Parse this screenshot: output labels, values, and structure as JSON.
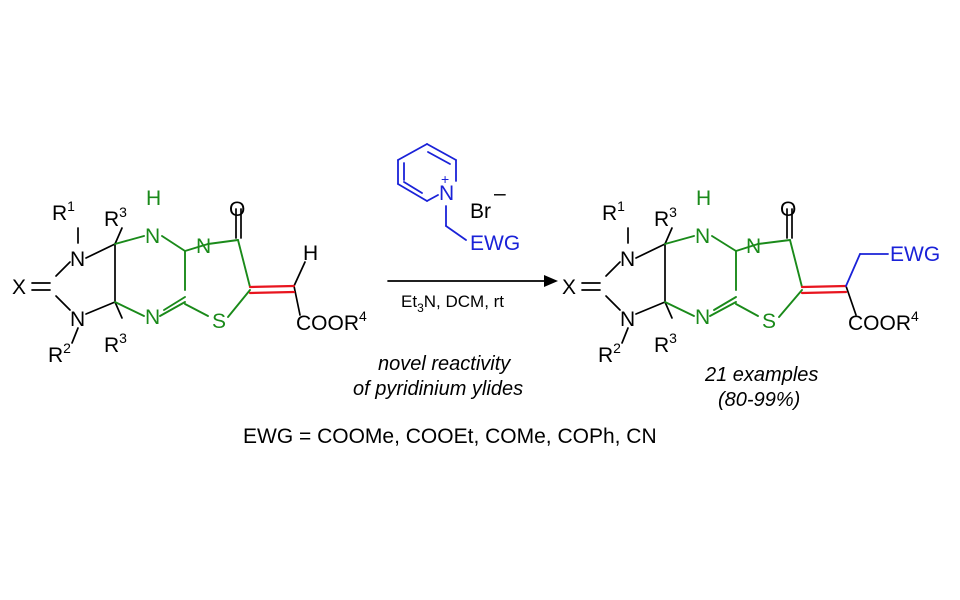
{
  "colors": {
    "black": "#000000",
    "green": "#1a8a1a",
    "blue": "#1a22d8",
    "red": "#e8141e"
  },
  "atoms": {
    "R": "R",
    "one": "1",
    "two": "2",
    "three": "3",
    "four": "4",
    "N": "N",
    "H": "H",
    "X": "X",
    "O": "O",
    "S": "S",
    "COOR": "COOR",
    "Br": "Br",
    "minus": "–",
    "plus": "+",
    "EWG": "EWG"
  },
  "reagent": {
    "conditions_et": "Et",
    "conditions_sub": "3",
    "conditions_rest": "N, DCM, rt"
  },
  "notes": {
    "line1": "novel reactivity",
    "line2": "of pyridinium ylides",
    "examples": "21 examples",
    "yield": "(80-99%)",
    "ewg_list": "EWG = COOMe, COOEt, COMe, COPh, CN"
  }
}
